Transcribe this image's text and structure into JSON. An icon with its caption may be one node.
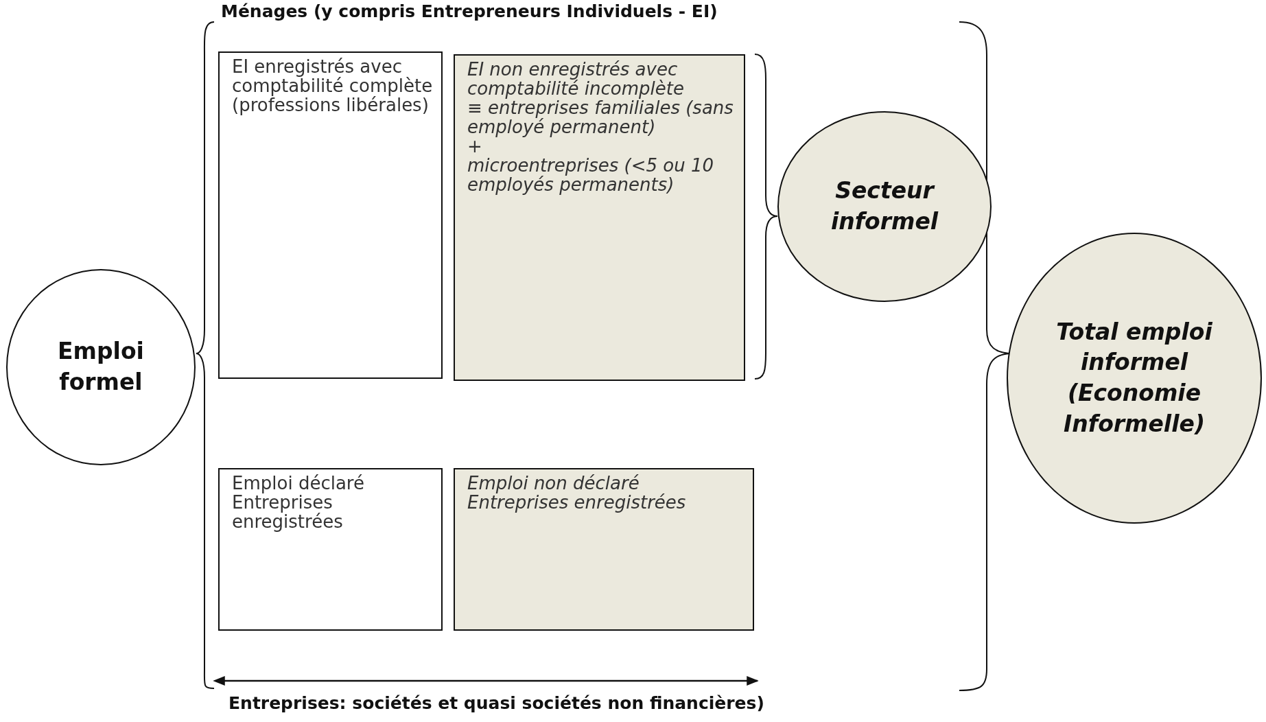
{
  "diagram": {
    "nodes": [
      {
        "text": [
          "Emploi formel"
        ]
      },
      {
        "text": [
          "EI enregistrés avec comptabilité complète (professions libérales)"
        ]
      },
      {
        "text": [
          "EI non enregistrés avec comptabilité incomplète",
          "≡ entreprises familiales (sans employé permanent)",
          "+",
          "microentreprises (<5 ou 10 employés permanents)"
        ]
      },
      {
        "text": [
          "Secteur informel"
        ]
      },
      {
        "text": [
          "Emploi déclaré",
          "Entreprises enregistrées"
        ]
      },
      {
        "text": [
          "Emploi non déclaré",
          "Entreprises enregistrées"
        ]
      },
      {
        "text": [
          "Total emploi informel (Economie Informelle)"
        ]
      }
    ],
    "labels": [
      "Ménages (y compris Entrepreneurs Individuels - EI)",
      "Entreprises: sociétés et quasi sociétés non financières)"
    ]
  }
}
